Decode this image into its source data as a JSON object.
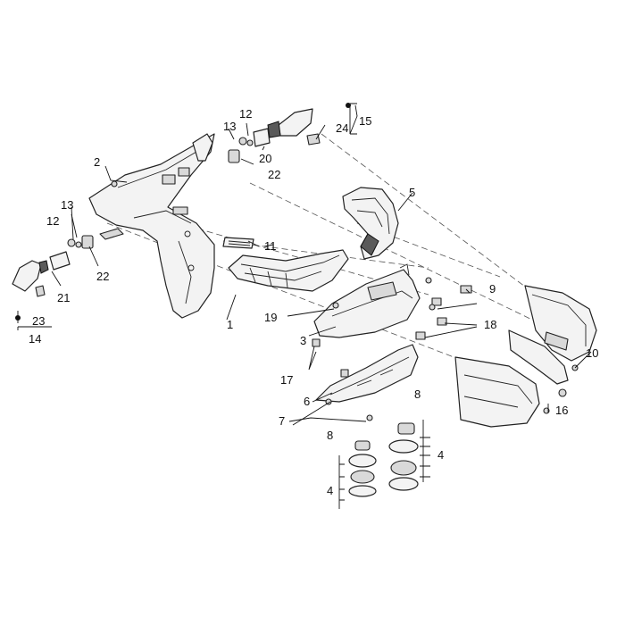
{
  "callouts": {
    "c1": "1",
    "c2": "2",
    "c3": "3",
    "c4a": "4",
    "c4b": "4",
    "c5": "5",
    "c6": "6",
    "c7": "7",
    "c8a": "8",
    "c8b": "8",
    "c9": "9",
    "c10": "10",
    "c11": "11",
    "c12a": "12",
    "c12b": "12",
    "c13a": "13",
    "c13b": "13",
    "c14": "14",
    "c15": "15",
    "c16": "16",
    "c17": "17",
    "c18": "18",
    "c19": "19",
    "c20": "20",
    "c21": "21",
    "c22a": "22",
    "c22b": "22",
    "c23": "23",
    "c24": "24"
  }
}
